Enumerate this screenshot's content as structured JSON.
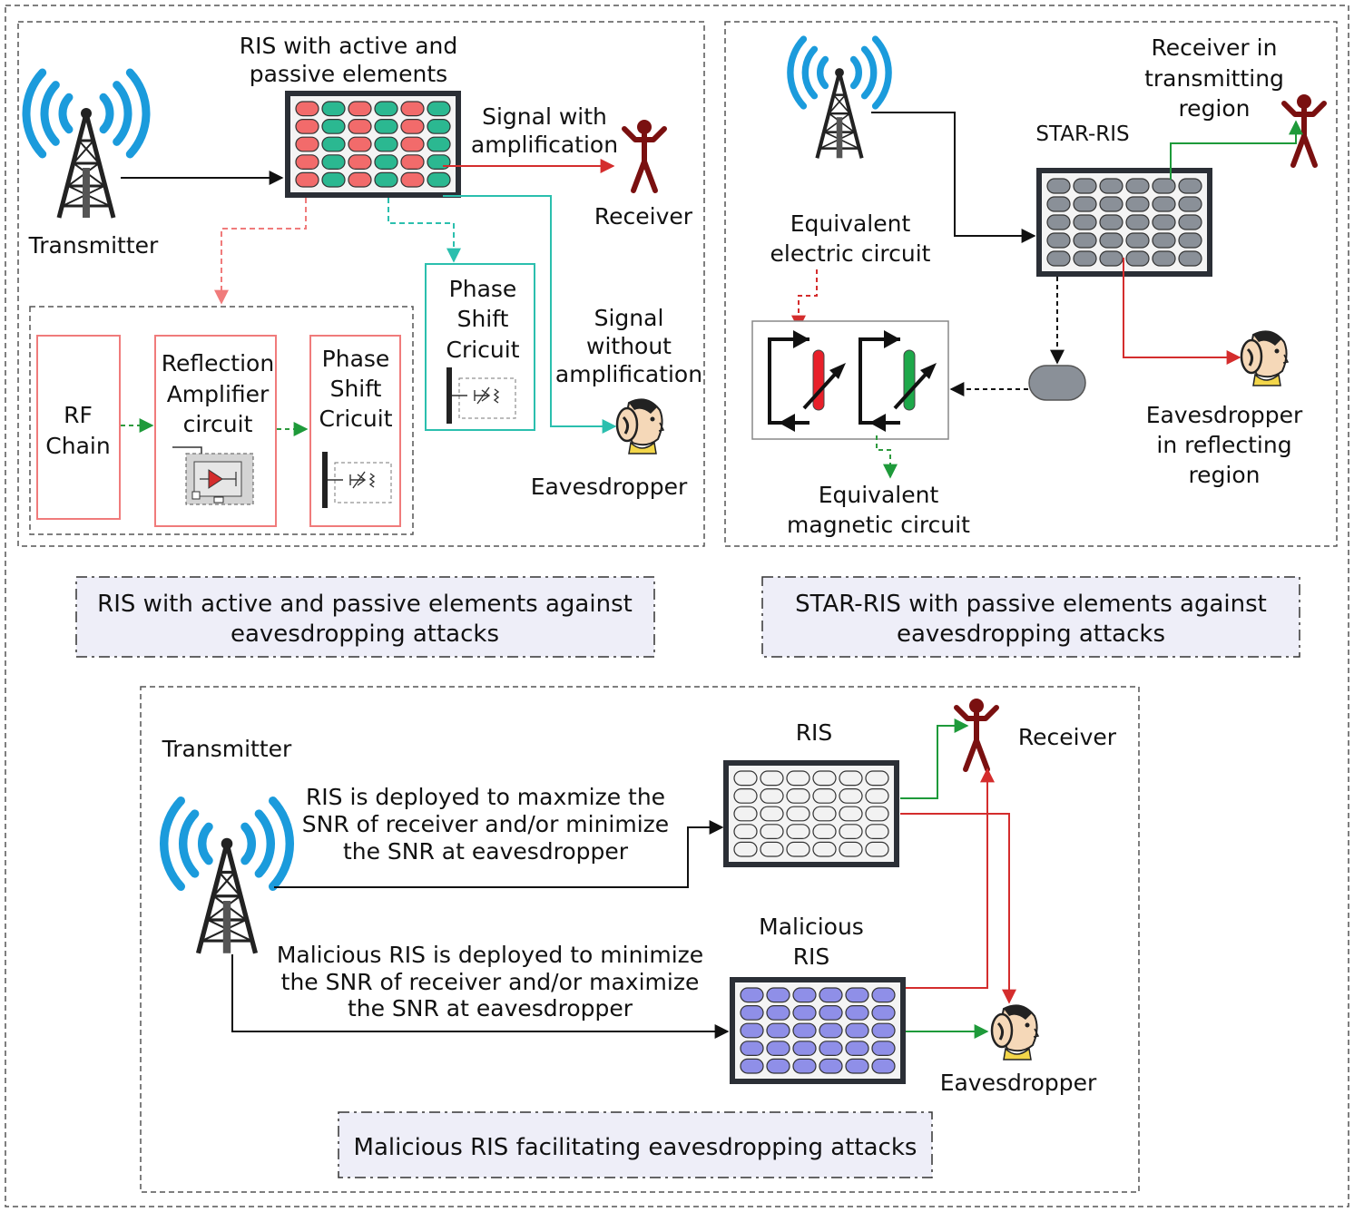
{
  "colors": {
    "antenna_wave": "#1b9bdc",
    "active_element": "#f26b6b",
    "passive_element": "#2bb891",
    "passive_element_star": "#8a9098",
    "ris_plain_element": "#f2f2f2",
    "malicious_element": "#8f8fe8",
    "receiver": "#7a1010",
    "red_path": "#d42d2d",
    "green_path": "#1e9a3a",
    "teal_path": "#2bbfae",
    "dash_red": "#f07b7b",
    "dash_green": "#2e9a3e",
    "caption_bg": "#eeeef8"
  },
  "icons": {
    "antenna": "transmitter-tower-icon",
    "receiver": "person-icon",
    "eavesdropper": "eavesdropper-head-icon",
    "ris": "ris-panel-icon"
  },
  "panel_a": {
    "ris_title": [
      "RIS with active and",
      "passive elements"
    ],
    "transmitter": "Transmitter",
    "signal_amp": [
      "Signal with",
      "amplification"
    ],
    "receiver": "Receiver",
    "signal_no_amp": [
      "Signal",
      "without",
      "amplification"
    ],
    "eavesdropper": "Eavesdropper",
    "rf_chain": [
      "RF",
      "Chain"
    ],
    "reflection_amp": [
      "Reflection",
      "Amplifier",
      "circuit"
    ],
    "phase_shift_1": [
      "Phase",
      "Shift",
      "Cricuit"
    ],
    "phase_shift_2": [
      "Phase",
      "Shift",
      "Cricuit"
    ],
    "caption": [
      "RIS with active and passive elements against",
      "eavesdropping attacks"
    ]
  },
  "panel_b": {
    "receiver": [
      "Receiver in",
      "transmitting",
      "region"
    ],
    "star_ris": "STAR-RIS",
    "equiv_electric": [
      "Equivalent",
      "electric circuit"
    ],
    "eavesdropper": [
      "Eavesdropper",
      "in reflecting",
      "region"
    ],
    "equiv_magnetic": [
      "Equivalent",
      "magnetic circuit"
    ],
    "caption": [
      "STAR-RIS with passive elements against",
      "eavesdropping attacks"
    ]
  },
  "panel_c": {
    "transmitter": "Transmitter",
    "ris": "RIS",
    "receiver": "Receiver",
    "ris_desc": [
      "RIS is deployed to maxmize the",
      "SNR of receiver and/or minimize",
      "the SNR at eavesdropper"
    ],
    "malicious_ris": [
      "Malicious",
      "RIS"
    ],
    "malicious_desc": [
      "Malicious RIS is deployed to minimize",
      "the SNR of receiver and/or maximize",
      "the SNR at eavesdropper"
    ],
    "eavesdropper": "Eavesdropper",
    "caption": "Malicious RIS facilitating eavesdropping attacks"
  }
}
